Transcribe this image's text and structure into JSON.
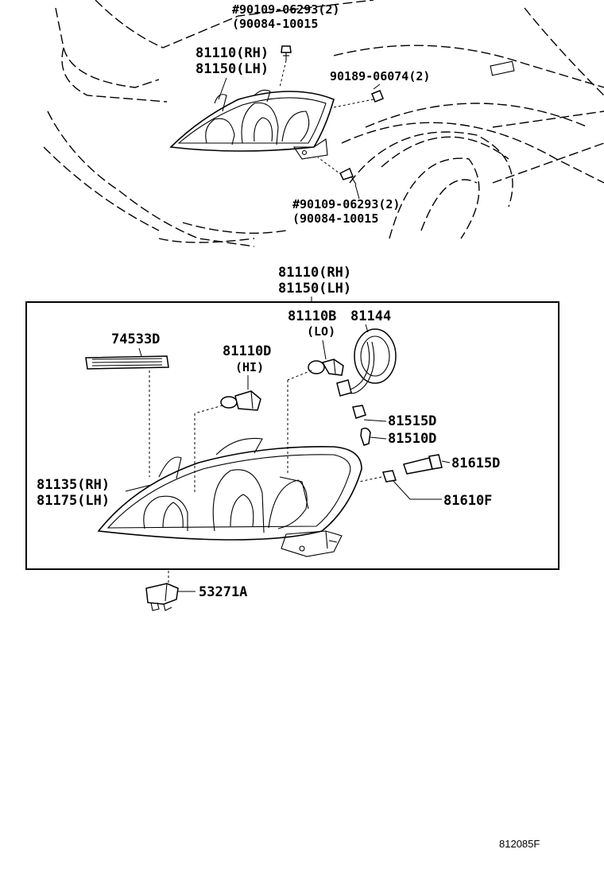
{
  "parts": {
    "top_clip_1_line1": "#90109-06293(2)",
    "top_clip_1_line2": "(90084-10015",
    "top_assy_rh": "81110(RH)",
    "top_assy_lh": "81150(LH)",
    "top_clip_2": "90189-06074(2)",
    "bottom_clip_line1": "#90109-06293(2)",
    "bottom_clip_line2": "(90084-10015",
    "box_assy_rh": "81110(RH)",
    "box_assy_lh": "81150(LH)",
    "lo_bulb_line1": "81110B",
    "lo_bulb_line2": "(LO)",
    "socket_81144": "81144",
    "reflector_74533D": "74533D",
    "hi_bulb_line1": "81110D",
    "hi_bulb_line2": "(HI)",
    "socket_81515D": "81515D",
    "bulb_81510D": "81510D",
    "socket_81615D": "81615D",
    "bulb_81610F": "81610F",
    "unit_rh": "81135(RH)",
    "unit_lh": "81175(LH)",
    "bracket_53271A": "53271A"
  },
  "figure_code": "812085F"
}
